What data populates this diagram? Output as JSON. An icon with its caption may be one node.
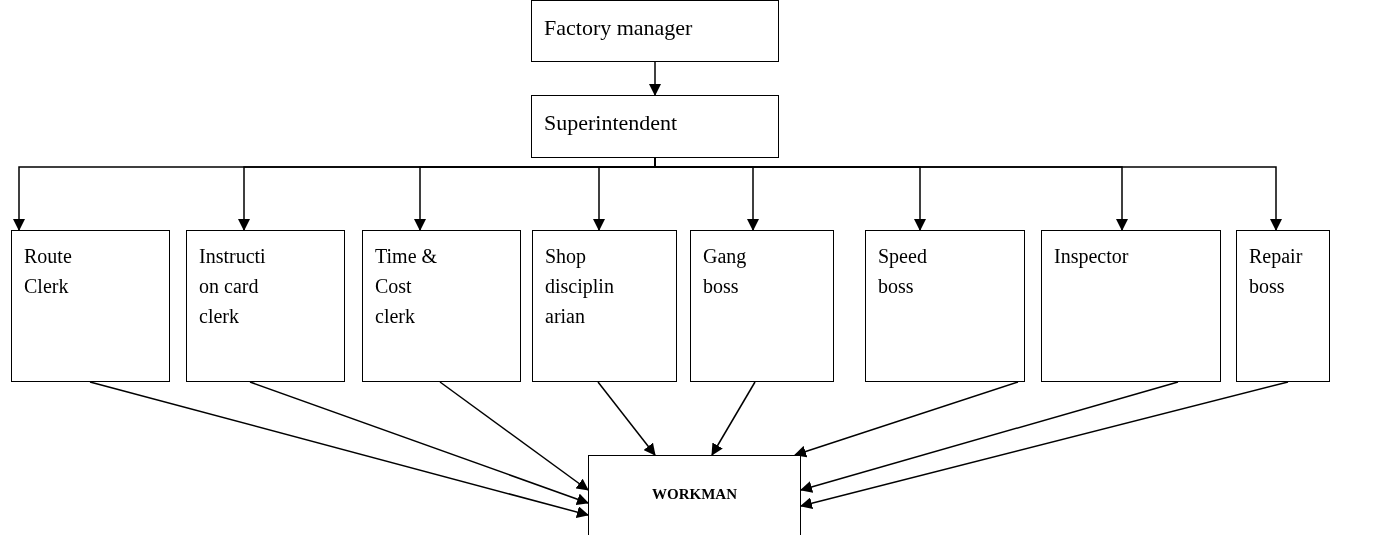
{
  "diagram": {
    "nodes": [
      {
        "text": [
          "Factory manager"
        ]
      },
      {
        "text": [
          "Superintendent"
        ]
      },
      {
        "text": [
          "Route Clerk"
        ]
      },
      {
        "text": [
          "Instructi on card clerk"
        ]
      },
      {
        "text": [
          "Time & Cost clerk"
        ]
      },
      {
        "text": [
          "Shop disciplin arian"
        ]
      },
      {
        "text": [
          "Gang boss"
        ]
      },
      {
        "text": [
          "Speed boss"
        ]
      },
      {
        "text": [
          "Inspector"
        ]
      },
      {
        "text": [
          "Repair boss"
        ]
      },
      {
        "text": [
          "WORKMAN"
        ]
      }
    ],
    "edges": [
      {
        "from": 0,
        "to": 1,
        "arrow": "to"
      },
      {
        "from": 1,
        "to": 2,
        "arrow": "to"
      },
      {
        "from": 1,
        "to": 3,
        "arrow": "to"
      },
      {
        "from": 1,
        "to": 4,
        "arrow": "to"
      },
      {
        "from": 1,
        "to": 5,
        "arrow": "to"
      },
      {
        "from": 1,
        "to": 6,
        "arrow": "to"
      },
      {
        "from": 1,
        "to": 7,
        "arrow": "to"
      },
      {
        "from": 1,
        "to": 8,
        "arrow": "to"
      },
      {
        "from": 1,
        "to": 9,
        "arrow": "to"
      },
      {
        "from": 2,
        "to": 10,
        "arrow": "to"
      },
      {
        "from": 3,
        "to": 10,
        "arrow": "to"
      },
      {
        "from": 4,
        "to": 10,
        "arrow": "to"
      },
      {
        "from": 5,
        "to": 10,
        "arrow": "to"
      },
      {
        "from": 6,
        "to": 10,
        "arrow": "to"
      },
      {
        "from": 7,
        "to": 10,
        "arrow": "to"
      },
      {
        "from": 8,
        "to": 10,
        "arrow": "to"
      },
      {
        "from": 9,
        "to": 10,
        "arrow": "to"
      }
    ]
  }
}
